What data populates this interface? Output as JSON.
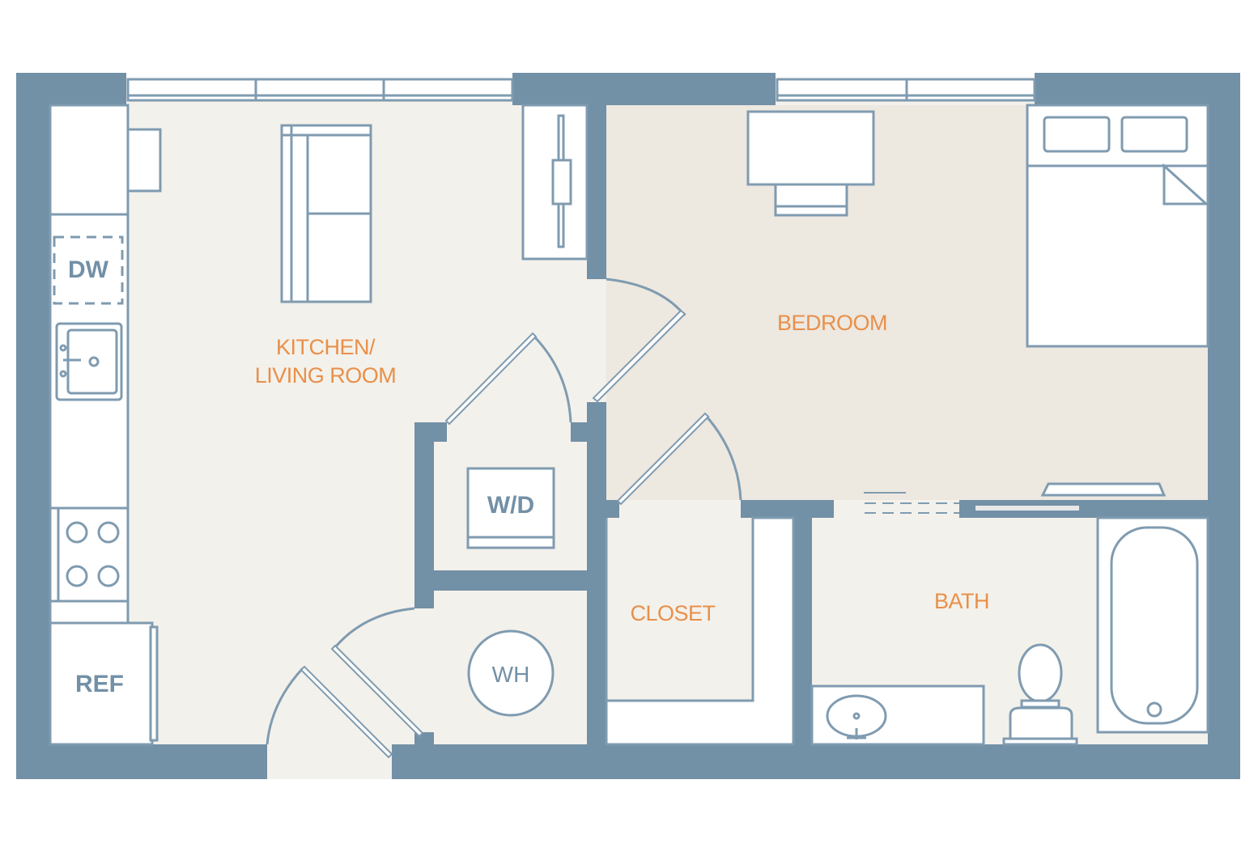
{
  "colors": {
    "wall": "#7290a6",
    "floor": "#f3f1eb",
    "bedroom_floor": "#ede8e0",
    "label": "#e8904a",
    "fixture_line": "#7f9bb0"
  },
  "rooms": {
    "kitchen_line1": "KITCHEN/",
    "kitchen_line2": "LIVING ROOM",
    "bedroom": "BEDROOM",
    "closet": "CLOSET",
    "bath": "BATH"
  },
  "fixtures": {
    "dishwasher": "DW",
    "washer_dryer": "W/D",
    "water_heater": "WH",
    "refrigerator": "REF"
  }
}
